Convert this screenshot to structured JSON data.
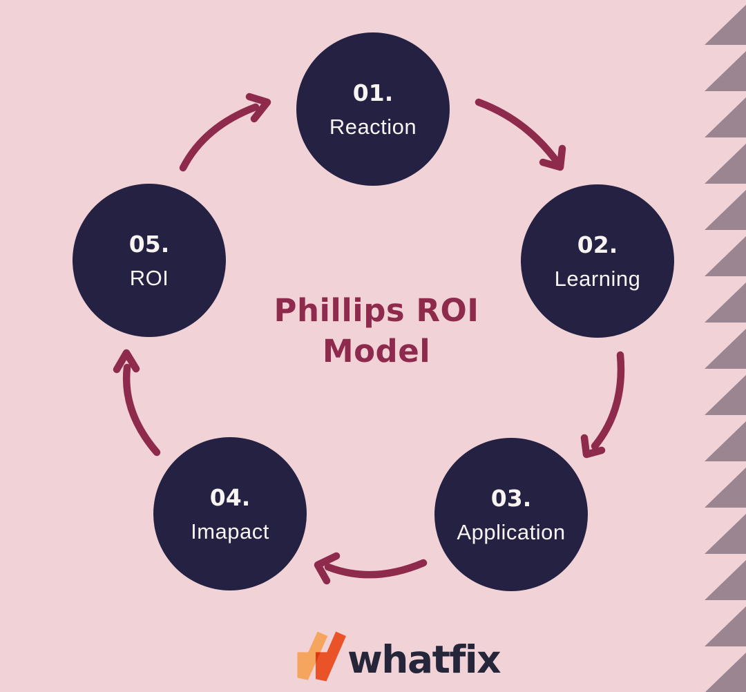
{
  "title": "Phillips ROI Model",
  "steps": [
    {
      "number": "01.",
      "label": "Reaction"
    },
    {
      "number": "02.",
      "label": "Learning"
    },
    {
      "number": "03.",
      "label": "Application"
    },
    {
      "number": "04.",
      "label": "Imapact"
    },
    {
      "number": "05.",
      "label": "ROI"
    }
  ],
  "logo": {
    "brand": "whatfix"
  },
  "colors": {
    "background": "#F1D3D7",
    "circle_fill": "#242142",
    "circle_text": "#F8F4F2",
    "accent_maroon": "#8E2A4B",
    "logo_text": "#26263A",
    "logo_mark_light_orange": "#F6A55F",
    "logo_mark_dark_orange": "#E95327",
    "edge_triangle": "#9A8591"
  },
  "edge_pattern": {
    "shape": "triangle-sawtooth",
    "count": 15
  }
}
